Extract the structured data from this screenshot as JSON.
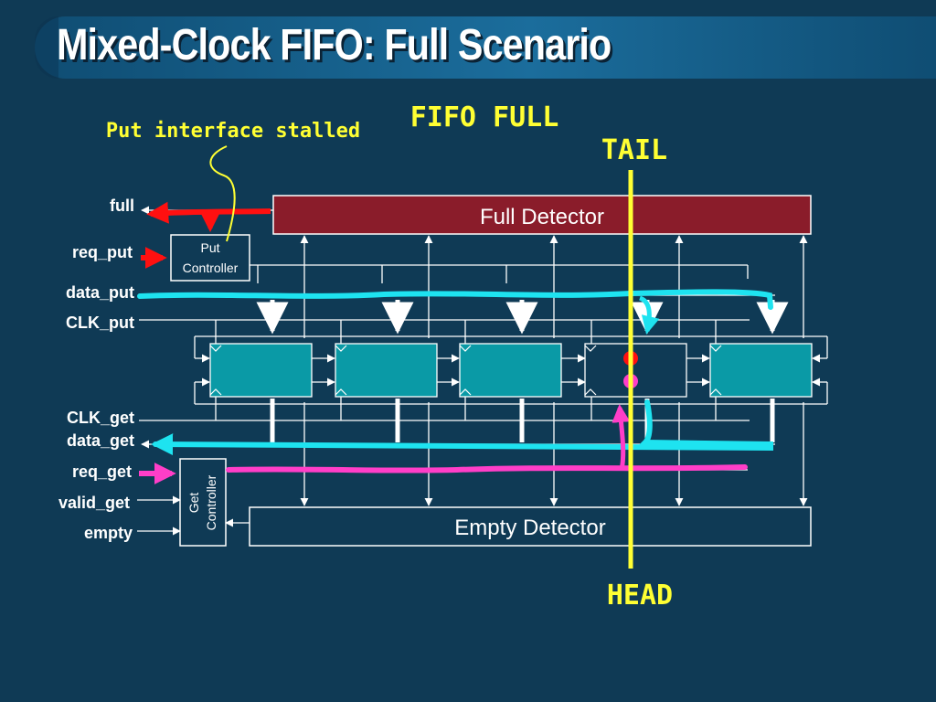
{
  "title": "Mixed-Clock FIFO: Full Scenario",
  "annotations": {
    "fifo_full": "FIFO FULL",
    "put_stalled": "Put interface stalled",
    "tail": "TAIL",
    "head": "HEAD"
  },
  "blocks": {
    "full_detector": "Full Detector",
    "empty_detector": "Empty Detector",
    "put_controller_line1": "Put",
    "put_controller_line2": "Controller",
    "get_controller_line1": "Get",
    "get_controller_line2": "Controller"
  },
  "signals": {
    "full": "full",
    "req_put": "req_put",
    "data_put": "data_put",
    "clk_put": "CLK_put",
    "clk_get": "CLK_get",
    "data_get": "data_get",
    "req_get": "req_get",
    "valid_get": "valid_get",
    "empty": "empty"
  },
  "colors": {
    "background": "#0f3a55",
    "full_detector": "#8a1c2a",
    "cell": "#0a9aa6",
    "highlight_data": "#1ee3f0",
    "highlight_req_get": "#ff3ec8",
    "highlight_full": "#ff1010",
    "pointer": "#ffff33"
  }
}
